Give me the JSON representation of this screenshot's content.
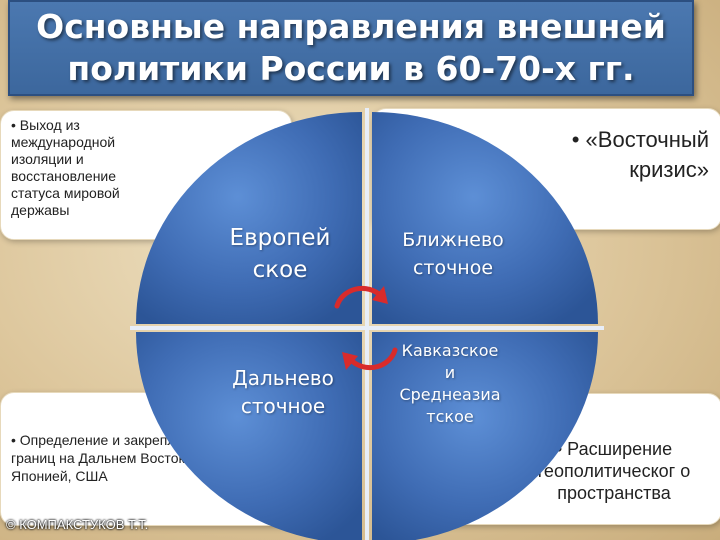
{
  "title": {
    "line1": "Основные направления внешней",
    "line2": "политики России в 60-70-х гг."
  },
  "cards": {
    "top_left": "• Выход из международной изоляции и восстановление статуса мировой державы",
    "top_right_line1": "• «Восточный",
    "top_right_line2": "кризис»",
    "bottom_left": "• Определение и закрепление границ на Дальнем Востоке с Японией, США",
    "bottom_right": "• Расширение геополитическог о пространства"
  },
  "quadrants": {
    "european_line1": "Европей",
    "european_line2": "ское",
    "middle_east_line1": "Ближнево",
    "middle_east_line2": "сточное",
    "far_east_line1": "Дальнево",
    "far_east_line2": "сточное",
    "caucasus_line1": "Кавказское",
    "caucasus_line2": "и",
    "caucasus_line3": "Среднеазиа",
    "caucasus_line4": "тское"
  },
  "copyright": "© КОМПАКСТУКОВ Т.Т.",
  "colors": {
    "title_bg": "#4272ab",
    "circle_blue": "#3f6cb4",
    "arrow_red": "#d92b2b"
  }
}
